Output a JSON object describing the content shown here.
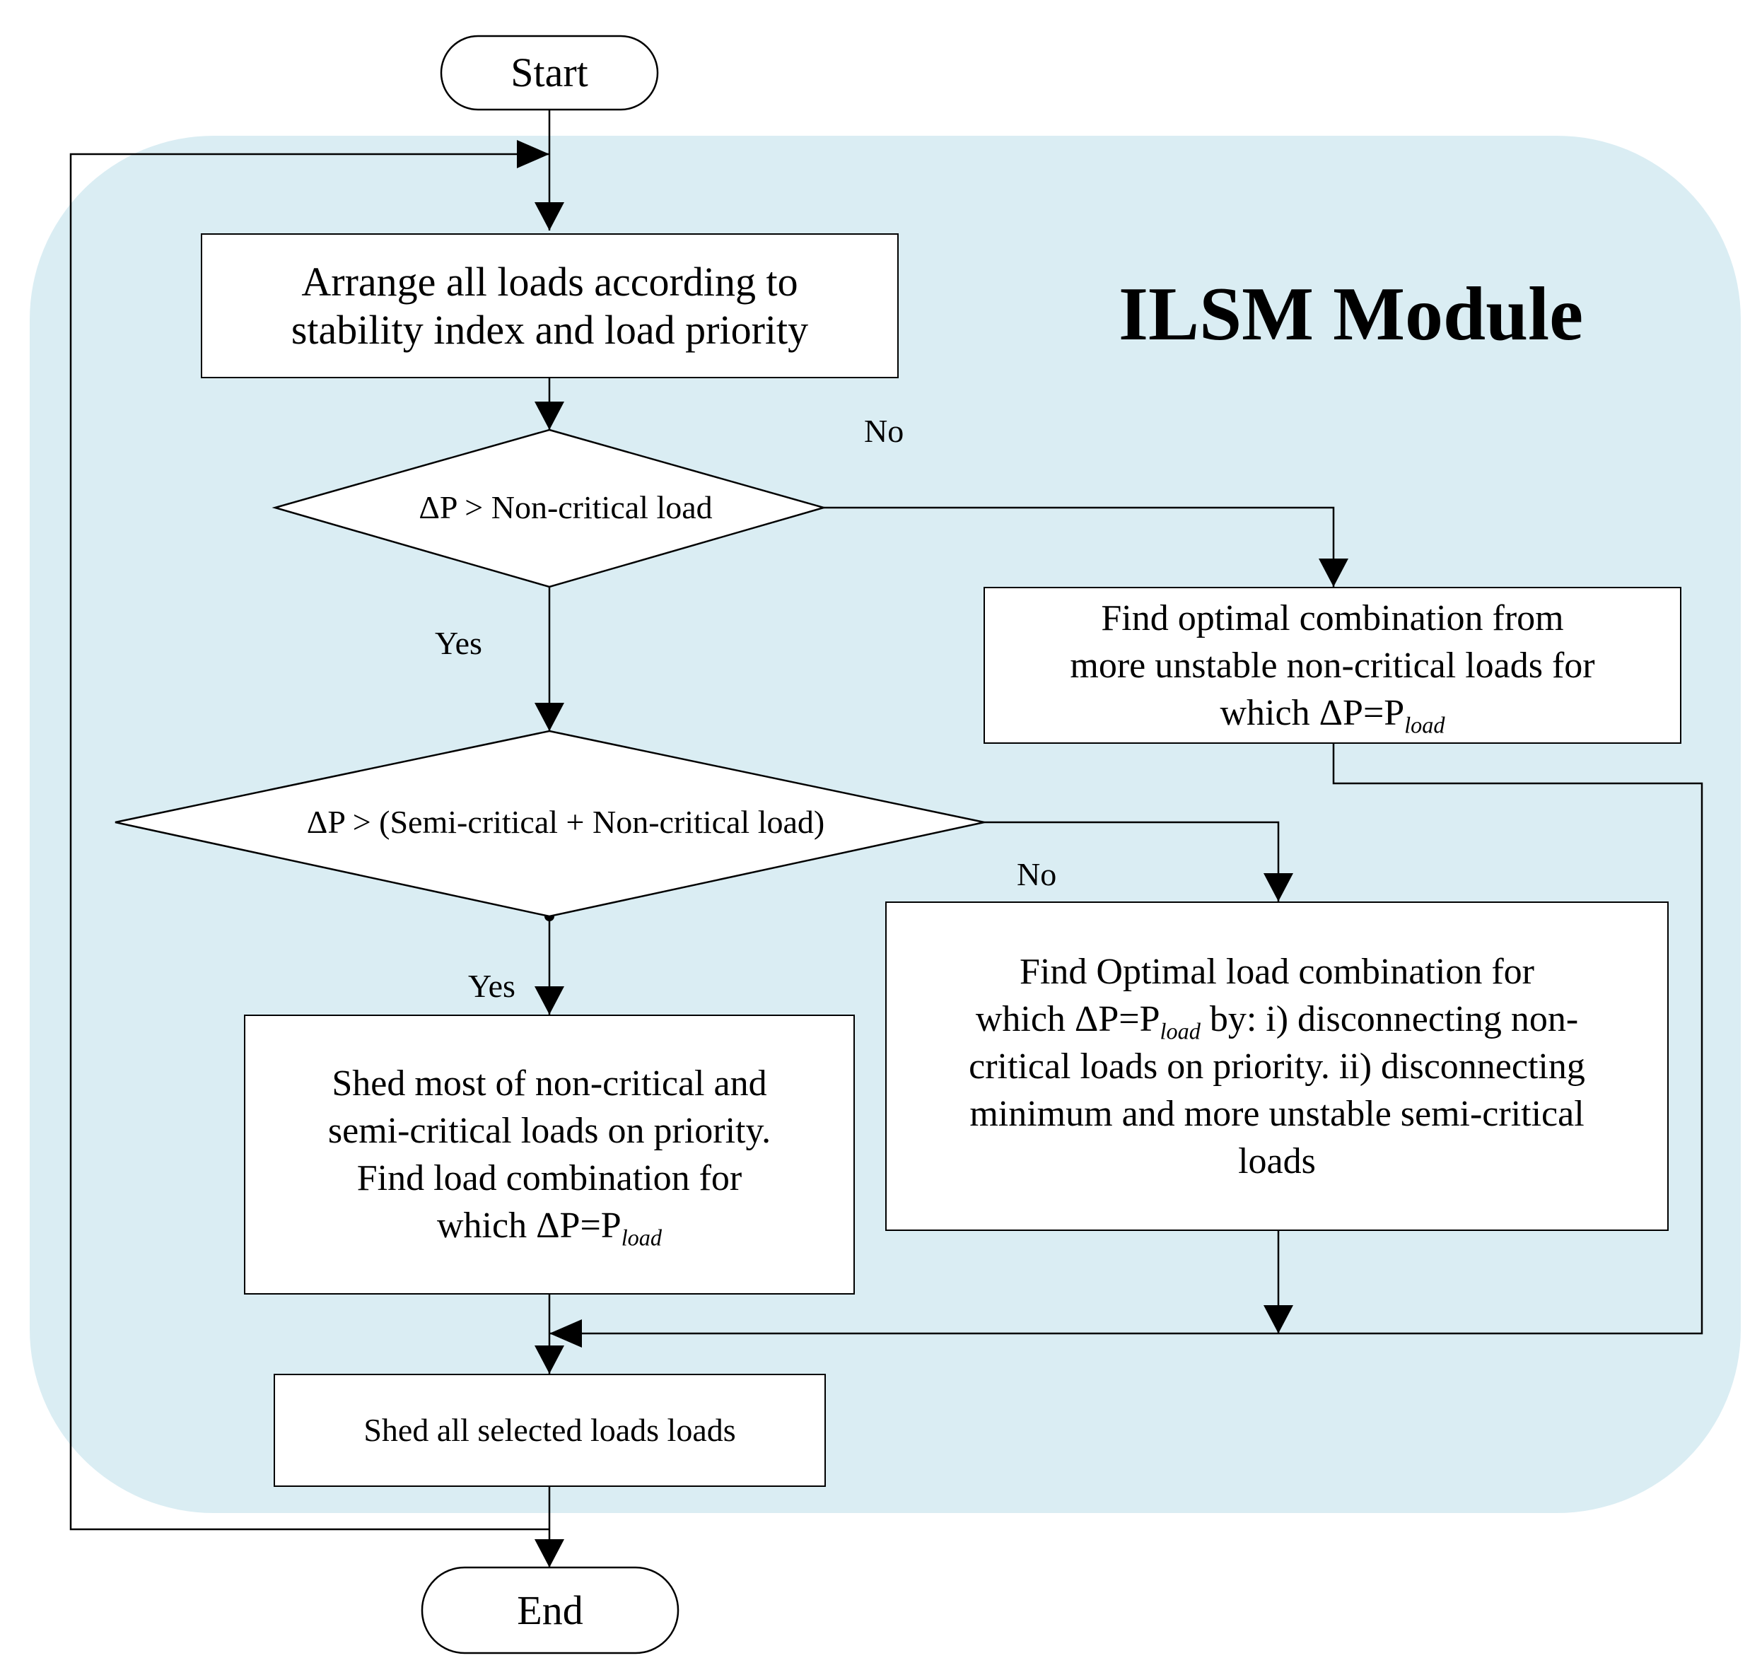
{
  "module": {
    "title": "ILSM Module",
    "background": "#daedf3"
  },
  "nodes": {
    "start": "Start",
    "arrange": "Arrange all loads according to\nstability index and load priority",
    "decision1": "ΔP > Non-critical load",
    "decision2": "ΔP > (Semi-critical + Non-critical load)",
    "find_optimal_noncritical": {
      "line1": "Find optimal combination from",
      "line2": "more unstable non-critical loads for",
      "line3_prefix": "which ΔP=P",
      "sub": "load"
    },
    "find_optimal_semi": {
      "line1": "Find Optimal load combination for",
      "line2_prefix": "which ΔP=P",
      "sub": "load",
      "line2_suffix": " by: i) disconnecting non-",
      "line3": "critical loads on priority. ii) disconnecting",
      "line4": "minimum and more unstable semi-critical",
      "line5": "loads"
    },
    "shed_most": {
      "line1": "Shed most of non-critical and",
      "line2": "semi-critical loads on priority.",
      "line3": "Find load combination for",
      "line4_prefix": "which ΔP=P",
      "sub": "load"
    },
    "shed_all": "Shed all selected loads loads",
    "end": "End"
  },
  "edge_labels": {
    "d1_no": "No",
    "d1_yes": "Yes",
    "d2_no": "No",
    "d2_yes": "Yes"
  }
}
